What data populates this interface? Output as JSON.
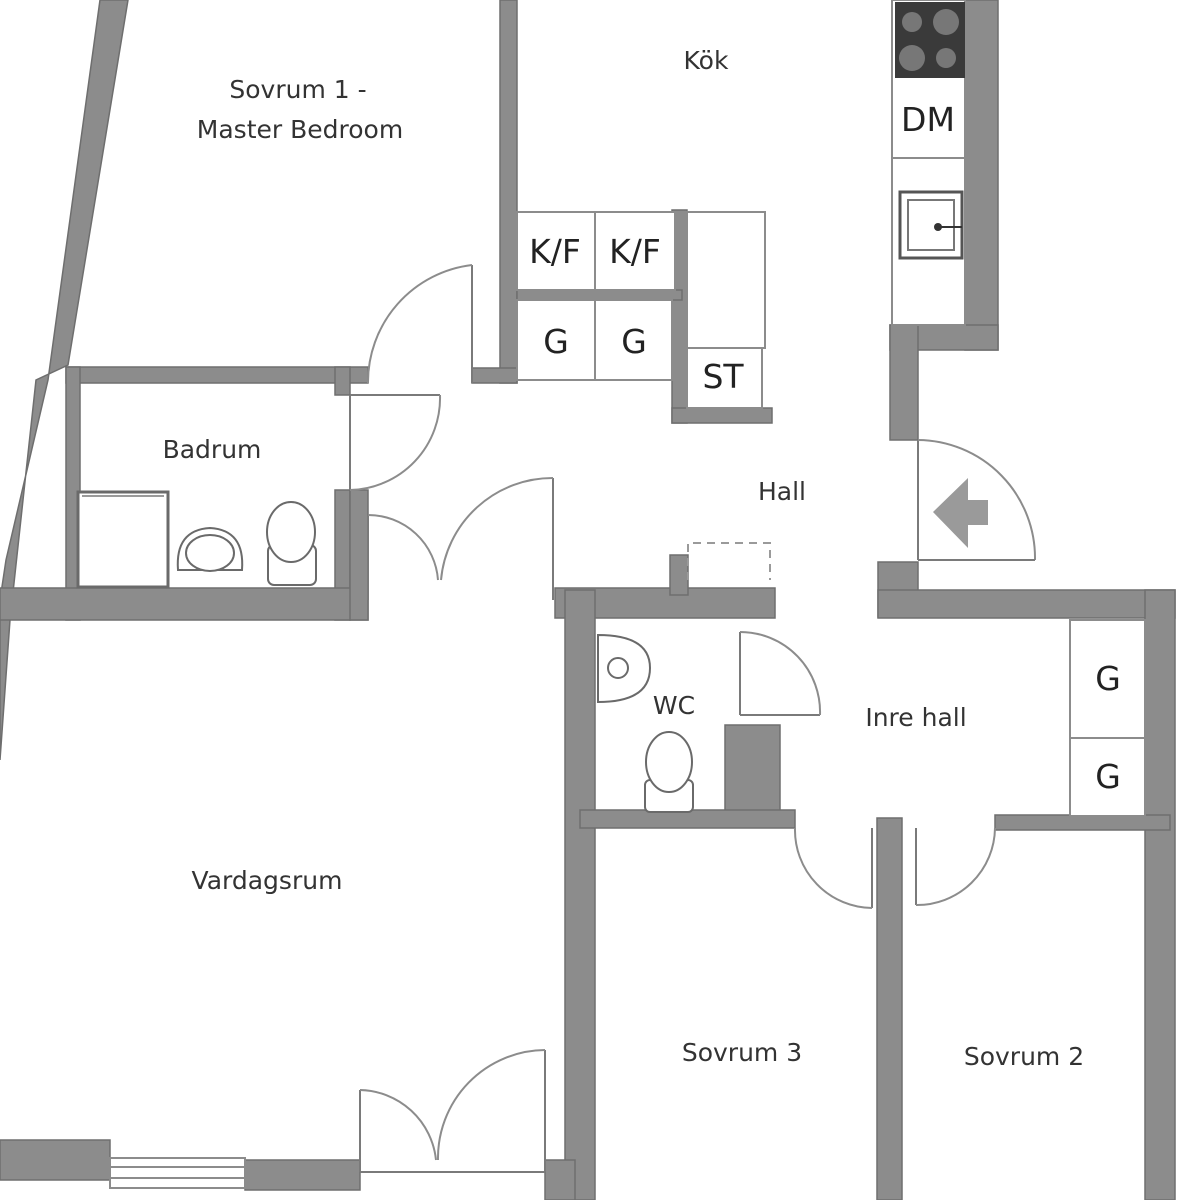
{
  "rooms": {
    "master_bedroom_line1": "Sovrum 1 -",
    "master_bedroom_line2": "Master Bedroom",
    "kitchen": "Kök",
    "bathroom": "Badrum",
    "hall": "Hall",
    "wc": "WC",
    "inner_hall": "Inre hall",
    "living_room": "Vardagsrum",
    "bedroom_3": "Sovrum 3",
    "bedroom_2": "Sovrum 2"
  },
  "fixtures": {
    "fridge_freezer_1": "K/F",
    "fridge_freezer_2": "K/F",
    "wardrobe_kitchen_1": "G",
    "wardrobe_kitchen_2": "G",
    "storage": "ST",
    "dishwasher": "DM",
    "wardrobe_hall_1": "G",
    "wardrobe_hall_2": "G"
  },
  "icons": {
    "stove": "stove-icon",
    "sink": "sink-icon",
    "toilet": "toilet-icon",
    "entrance_arrow": "entrance-arrow-icon",
    "window": "window-icon"
  },
  "colors": {
    "wall": "#8c8c8c",
    "background": "#ffffff",
    "text": "#333333"
  }
}
